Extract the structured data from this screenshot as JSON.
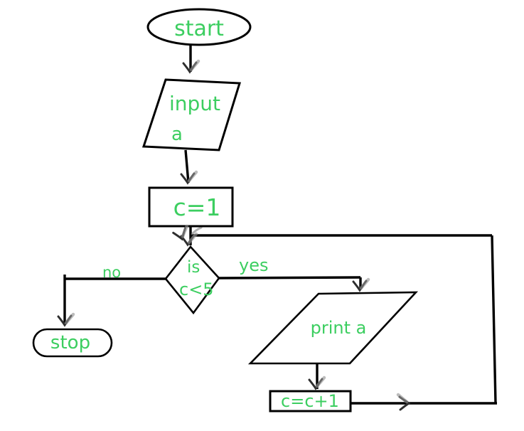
{
  "diagram": {
    "type": "flowchart",
    "background": "#ffffff",
    "line_color": "#000000",
    "label_color": "#3cce60",
    "arrowhead_color": "#2e2e2e",
    "nodes": {
      "start": {
        "shape": "oval",
        "label": "start"
      },
      "input": {
        "shape": "parallelogram",
        "line1": "input",
        "line2": "a"
      },
      "init": {
        "shape": "rectangle",
        "label": "c=1"
      },
      "decision": {
        "shape": "diamond",
        "line1": "is",
        "line2": "c<5"
      },
      "stop": {
        "shape": "oval",
        "label": "stop"
      },
      "print": {
        "shape": "parallelogram",
        "label": "print a"
      },
      "increment": {
        "shape": "rectangle",
        "label": "c=c+1"
      }
    },
    "branch_labels": {
      "yes": "yes",
      "no": "no"
    }
  }
}
